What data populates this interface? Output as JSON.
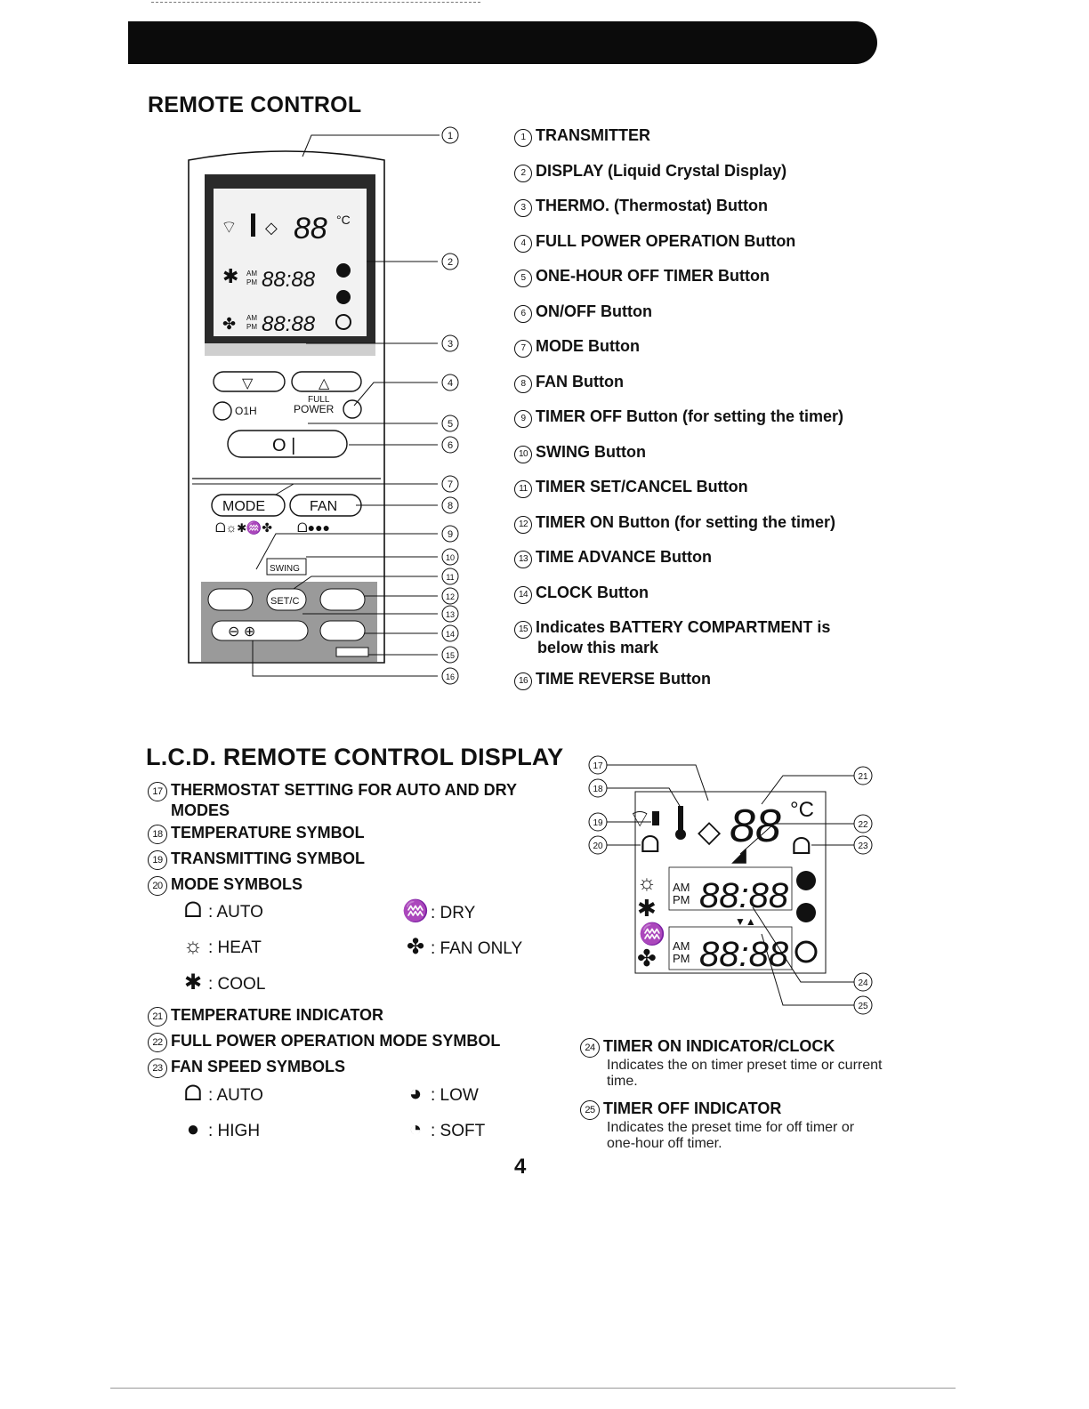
{
  "sections": {
    "remote_title": "REMOTE CONTROL",
    "lcd_title": "L.C.D. REMOTE CONTROL DISPLAY"
  },
  "remote_legend": [
    {
      "num": "1",
      "label": "TRANSMITTER"
    },
    {
      "num": "2",
      "label": "DISPLAY (Liquid Crystal Display)"
    },
    {
      "num": "3",
      "label": "THERMO. (Thermostat) Button"
    },
    {
      "num": "4",
      "label": "FULL POWER OPERATION Button"
    },
    {
      "num": "5",
      "label": "ONE-HOUR OFF TIMER Button"
    },
    {
      "num": "6",
      "label": "ON/OFF Button"
    },
    {
      "num": "7",
      "label": "MODE Button"
    },
    {
      "num": "8",
      "label": "FAN Button"
    },
    {
      "num": "9",
      "label": "TIMER OFF Button (for setting the timer)"
    },
    {
      "num": "10",
      "label": "SWING Button"
    },
    {
      "num": "11",
      "label": "TIMER SET/CANCEL Button"
    },
    {
      "num": "12",
      "label": "TIMER ON Button (for setting the timer)"
    },
    {
      "num": "13",
      "label": "TIME ADVANCE Button"
    },
    {
      "num": "14",
      "label": "CLOCK Button"
    },
    {
      "num": "15",
      "label": "Indicates BATTERY COMPARTMENT is",
      "label2": "below this mark"
    },
    {
      "num": "16",
      "label": "TIME REVERSE Button"
    }
  ],
  "remote_buttons": {
    "mode": "MODE",
    "fan": "FAN",
    "swing": "SWING",
    "setc": "SET/C",
    "full": "FULL",
    "power": "POWER",
    "one_hour": "O1H",
    "temp_digits": "88",
    "deg": "°C",
    "clock_digits": "88:88",
    "am": "AM",
    "pm": "PM"
  },
  "lcd_legend": [
    {
      "num": "17",
      "label": "THERMOSTAT SETTING FOR AUTO AND DRY",
      "label2": "MODES"
    },
    {
      "num": "18",
      "label": "TEMPERATURE SYMBOL"
    },
    {
      "num": "19",
      "label": "TRANSMITTING SYMBOL"
    },
    {
      "num": "20",
      "label": "MODE SYMBOLS"
    },
    {
      "num": "21",
      "label": "TEMPERATURE INDICATOR"
    },
    {
      "num": "22",
      "label": "FULL POWER OPERATION MODE SYMBOL"
    },
    {
      "num": "23",
      "label": "FAN SPEED SYMBOLS"
    }
  ],
  "mode_symbols": [
    {
      "icon": "auto-icon",
      "label": ": AUTO"
    },
    {
      "icon": "dry-icon",
      "label": ": DRY"
    },
    {
      "icon": "heat-icon",
      "label": ": HEAT"
    },
    {
      "icon": "fan-only-icon",
      "label": ": FAN ONLY"
    },
    {
      "icon": "cool-icon",
      "label": ": COOL"
    }
  ],
  "fan_symbols": [
    {
      "icon": "auto-icon",
      "label": ": AUTO"
    },
    {
      "icon": "low-fan-icon",
      "label": ": LOW"
    },
    {
      "icon": "high-fan-icon",
      "label": ": HIGH"
    },
    {
      "icon": "soft-fan-icon",
      "label": ": SOFT"
    }
  ],
  "indicators": [
    {
      "num": "24",
      "title": "TIMER ON INDICATOR/CLOCK",
      "desc": "Indicates the on timer preset time or current time."
    },
    {
      "num": "25",
      "title": "TIMER OFF INDICATOR",
      "desc": "Indicates the preset time for off timer or one-hour off timer."
    }
  ],
  "page_number": "4"
}
